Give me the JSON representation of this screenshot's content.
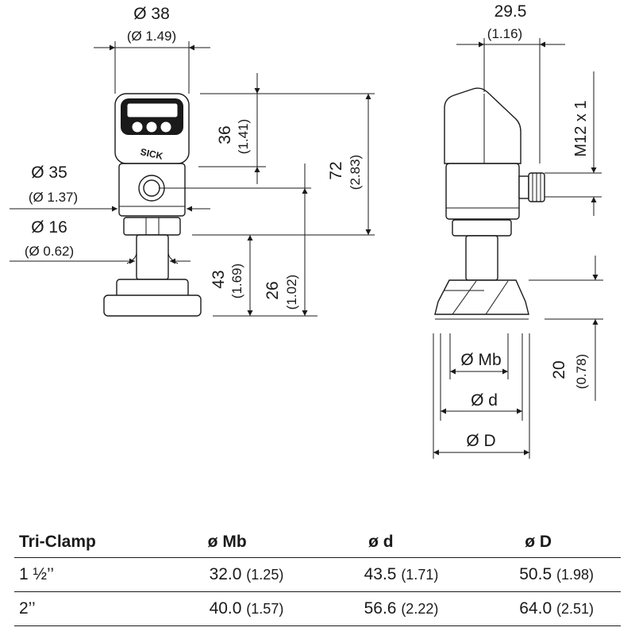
{
  "drawing": {
    "front_dims": {
      "d38": "Ø 38",
      "d38_in": "(Ø 1.49)",
      "d35": "Ø 35",
      "d35_in": "(Ø 1.37)",
      "d16": "Ø 16",
      "d16_in": "(Ø 0.62)",
      "h36": "36",
      "h36_in": "(1.41)",
      "h72": "72",
      "h72_in": "(2.83)",
      "h43": "43",
      "h43_in": "(1.69)",
      "h26": "26",
      "h26_in": "(1.02)",
      "brand": "SICK"
    },
    "side_dims": {
      "w29_5": "29.5",
      "w29_5_in": "(1.16)",
      "thread": "M12 x 1",
      "h20": "20",
      "h20_in": "(0.78)",
      "mb": "Ø Mb",
      "d": "Ø d",
      "D": "Ø D"
    }
  },
  "table": {
    "headers": [
      "Tri-Clamp",
      "ø Mb",
      "ø d",
      "ø D"
    ],
    "rows": [
      {
        "size": "1 ½’’",
        "mb": "32.0",
        "mb_in": "(1.25)",
        "d": "43.5",
        "d_in": "(1.71)",
        "D": "50.5",
        "D_in": "(1.98)"
      },
      {
        "size": "2’’",
        "mb": "40.0",
        "mb_in": "(1.57)",
        "d": "56.6",
        "d_in": "(2.22)",
        "D": "64.0",
        "D_in": "(2.51)"
      }
    ]
  }
}
